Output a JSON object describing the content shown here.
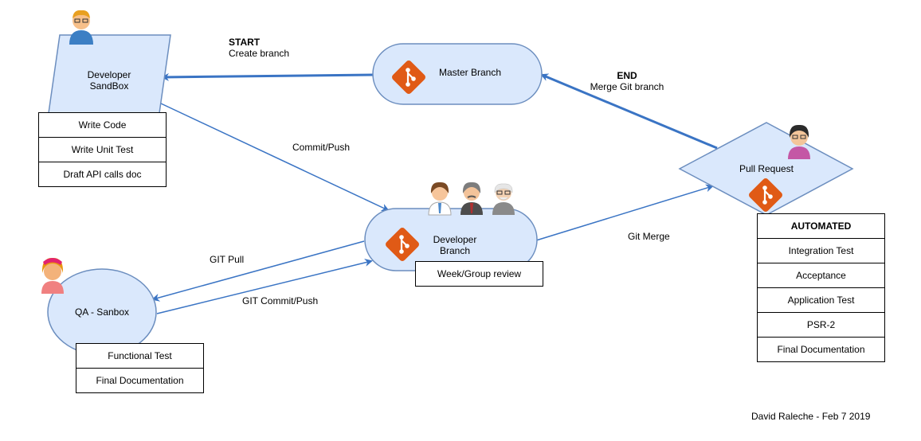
{
  "nodes": {
    "developer_sandbox": {
      "label_line1": "Developer",
      "label_line2": "SandBox"
    },
    "master_branch": {
      "label": "Master Branch"
    },
    "developer_branch": {
      "label_line1": "Developer",
      "label_line2": "Branch"
    },
    "pull_request": {
      "label": "Pull Request"
    },
    "qa_sandbox": {
      "label": "QA - Sanbox"
    }
  },
  "lists": {
    "sandbox_tasks": [
      "Write Code",
      "Write Unit Test",
      "Draft API calls doc"
    ],
    "branch_tasks": [
      "Week/Group review"
    ],
    "qa_tasks": [
      "Functional Test",
      "Final Documentation"
    ],
    "pull_request_tasks": [
      "AUTOMATED",
      "Integration Test",
      "Acceptance",
      "Application Test",
      "PSR-2",
      "Final Documentation"
    ]
  },
  "edges": {
    "start": {
      "title": "START",
      "label": "Create branch"
    },
    "end": {
      "title": "END",
      "label": "Merge Git branch"
    },
    "commit_push": {
      "label": "Commit/Push"
    },
    "git_merge": {
      "label": "Git Merge"
    },
    "git_pull": {
      "label": "GIT Pull"
    },
    "git_commit_push": {
      "label": "GIT Commit/Push"
    }
  },
  "credit": "David Raleche - Feb 7 2019",
  "colors": {
    "shape_fill": "#dae8fc",
    "shape_stroke": "#6c8ebf",
    "arrow": "#3a74c4",
    "git_logo": "#e05a16"
  },
  "icons": [
    "git-logo-icon",
    "developer-person-icon",
    "reviewer-person-icon",
    "qa-person-icon",
    "team-people-icon"
  ]
}
